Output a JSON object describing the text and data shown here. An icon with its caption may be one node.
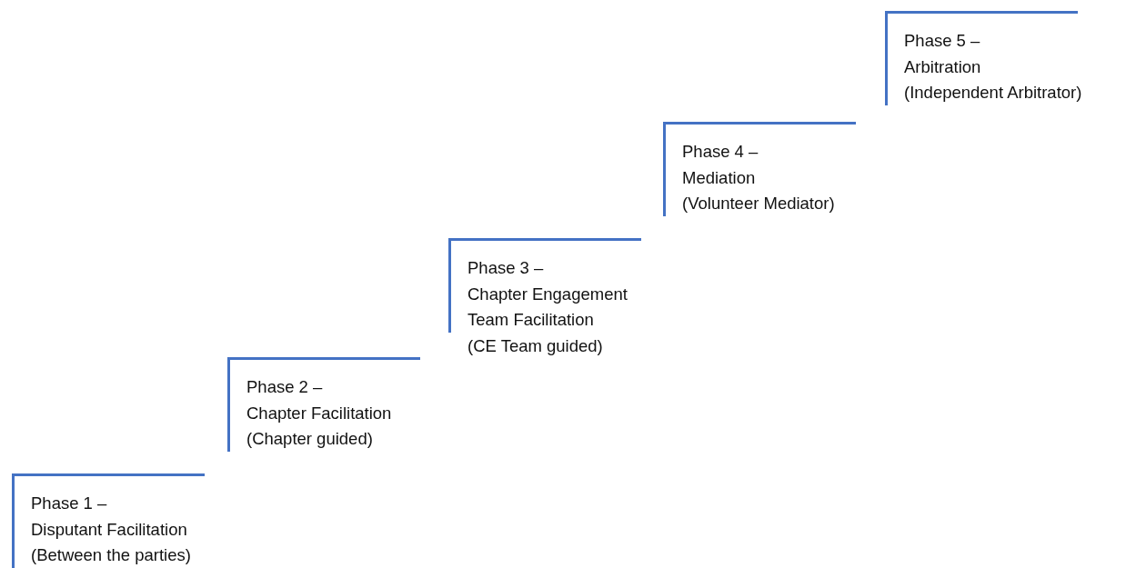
{
  "diagram": {
    "nodes": [
      {
        "text": [
          "Phase 1 –",
          "Disputant Facilitation",
          "(Between the parties)"
        ]
      },
      {
        "text": [
          "Phase 2 –",
          "Chapter Facilitation",
          "(Chapter guided)"
        ]
      },
      {
        "text": [
          "Phase 3 –",
          "Chapter Engagement Team Facilitation",
          "(CE Team guided)"
        ]
      },
      {
        "text": [
          "Phase 4 –",
          "Mediation",
          "(Volunteer Mediator)"
        ]
      },
      {
        "text": [
          "Phase 5 –",
          "Arbitration",
          "(Independent Arbitrator)"
        ]
      }
    ]
  }
}
